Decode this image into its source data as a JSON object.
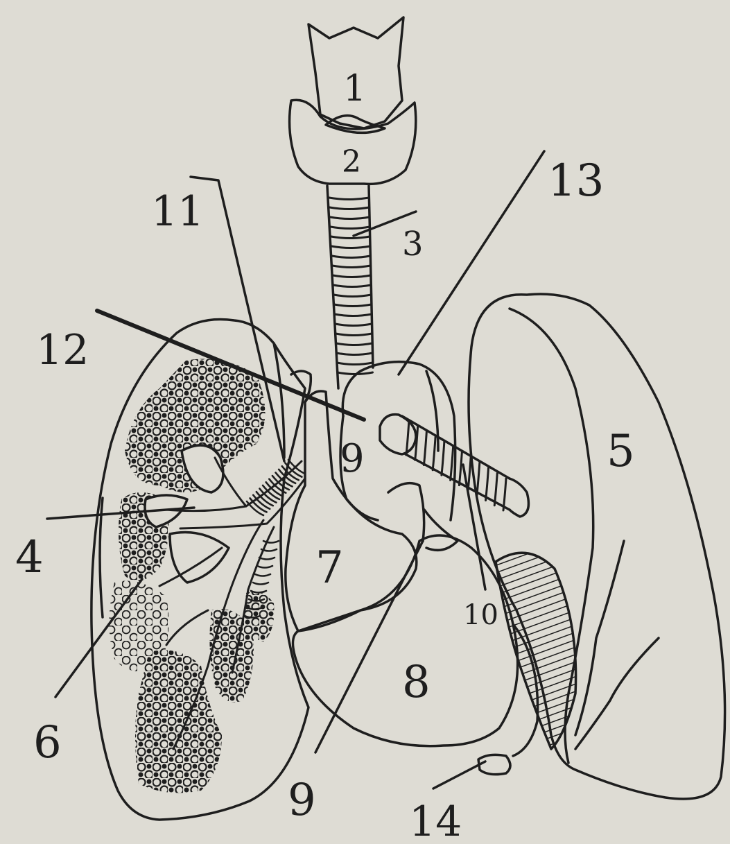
{
  "colors": {
    "paper": "#dedcd4",
    "ink": "#1e1e1e"
  },
  "labels": {
    "l1": "1",
    "l2": "2",
    "l3": "3",
    "l4": "4",
    "l5": "5",
    "l6": "6",
    "l7": "7",
    "l8": "8",
    "l9_upper": "9",
    "l9_lower": "9",
    "l10": "10",
    "l11": "11",
    "l12": "12",
    "l13": "13",
    "l14": "14"
  }
}
